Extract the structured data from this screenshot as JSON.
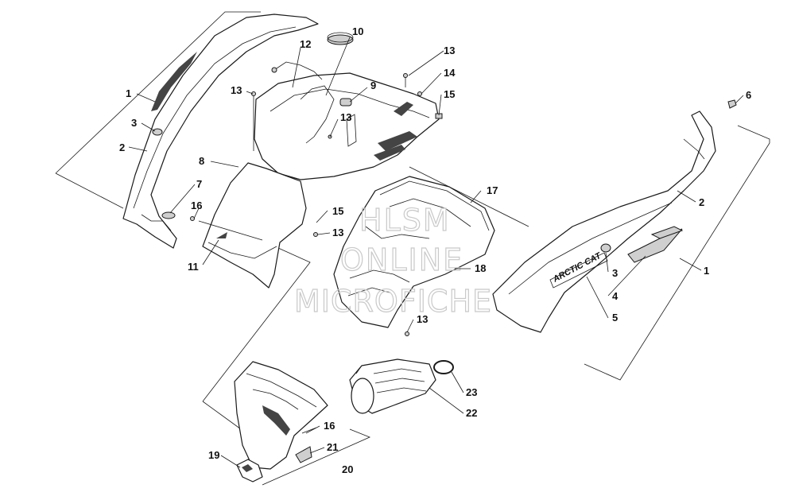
{
  "watermark": {
    "line1": "HLSM",
    "line2": "ONLINE",
    "line3": "MICROFICHE"
  },
  "decal_text": "ARCTIC CAT",
  "callouts": [
    {
      "id": "c1a",
      "label": "1"
    },
    {
      "id": "c3a",
      "label": "3"
    },
    {
      "id": "c2a",
      "label": "2"
    },
    {
      "id": "c12",
      "label": "12"
    },
    {
      "id": "c10",
      "label": "10"
    },
    {
      "id": "c13a",
      "label": "13"
    },
    {
      "id": "c13b",
      "label": "13"
    },
    {
      "id": "c14",
      "label": "14"
    },
    {
      "id": "c15a",
      "label": "15"
    },
    {
      "id": "c9",
      "label": "9"
    },
    {
      "id": "c13c",
      "label": "13"
    },
    {
      "id": "c8",
      "label": "8"
    },
    {
      "id": "c7",
      "label": "7"
    },
    {
      "id": "c16a",
      "label": "16"
    },
    {
      "id": "c11",
      "label": "11"
    },
    {
      "id": "c15b",
      "label": "15"
    },
    {
      "id": "c13d",
      "label": "13"
    },
    {
      "id": "c17",
      "label": "17"
    },
    {
      "id": "c18",
      "label": "18"
    },
    {
      "id": "c13e",
      "label": "13"
    },
    {
      "id": "c6",
      "label": "6"
    },
    {
      "id": "c2b",
      "label": "2"
    },
    {
      "id": "c1b",
      "label": "1"
    },
    {
      "id": "c3b",
      "label": "3"
    },
    {
      "id": "c4",
      "label": "4"
    },
    {
      "id": "c5",
      "label": "5"
    },
    {
      "id": "c23",
      "label": "23"
    },
    {
      "id": "c22",
      "label": "22"
    },
    {
      "id": "c16b",
      "label": "16"
    },
    {
      "id": "c21",
      "label": "21"
    },
    {
      "id": "c19",
      "label": "19"
    },
    {
      "id": "c20",
      "label": "20"
    }
  ]
}
